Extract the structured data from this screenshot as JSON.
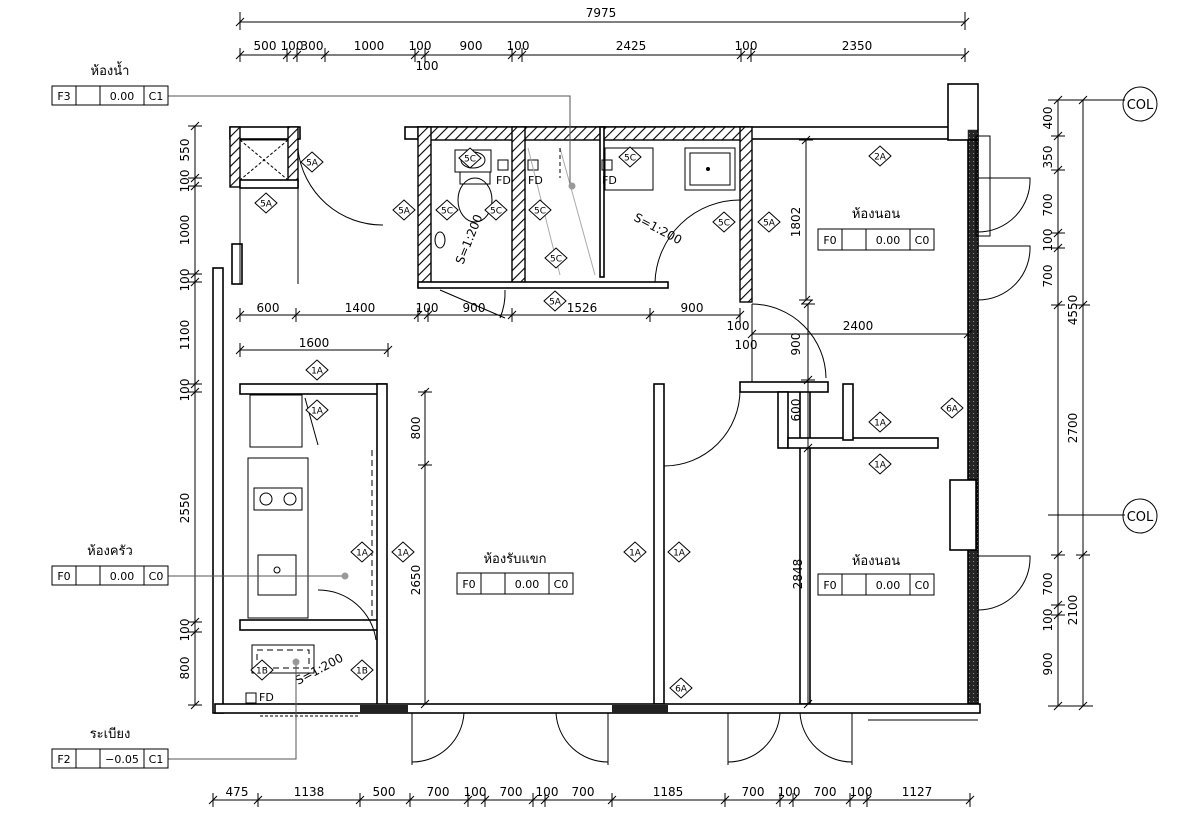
{
  "dimensions": {
    "overall_top": "7975",
    "top_row": [
      "500",
      "100",
      "300",
      "1000",
      "100",
      "900",
      "100",
      "2425",
      "100",
      "2350"
    ],
    "top_extra": "100",
    "bottom_row": [
      "475",
      "1138",
      "500",
      "700",
      "100",
      "700",
      "100",
      "700",
      "1185",
      "700",
      "100",
      "700",
      "100",
      "1127"
    ],
    "left_col": [
      "550",
      "100",
      "1000",
      "100",
      "1100",
      "100",
      "2550",
      "100",
      "800"
    ],
    "right_col": [
      "400",
      "350",
      "700",
      "100",
      "700",
      "700",
      "100",
      "900"
    ],
    "right_outer": [
      "4550",
      "2700",
      "2100"
    ],
    "inner": {
      "d1802": "1802",
      "d600a": "600",
      "d1400": "1400",
      "d100a": "100",
      "d900a": "900",
      "d1526": "1526",
      "d900b": "900",
      "d1600": "1600",
      "d100b": "100",
      "d100c": "100",
      "d2400": "2400",
      "d900c": "900",
      "d600b": "600",
      "d800": "800",
      "d2650": "2650",
      "d2848": "2848"
    }
  },
  "rooms": {
    "bedroom_top": "ห้องนอน",
    "bedroom_bottom": "ห้องนอน",
    "living": "ห้องรับแขก",
    "bathroom": "ห้องน้ำ",
    "kitchen": "ห้องครัว",
    "balcony": "ระเบียง"
  },
  "finish_tables": {
    "bathroom": [
      "F3",
      "",
      "0.00",
      "C1"
    ],
    "kitchen": [
      "F0",
      "",
      "0.00",
      "C0"
    ],
    "balcony": [
      "F2",
      "",
      "−0.05",
      "C1"
    ],
    "bedroom_top": [
      "F0",
      "",
      "0.00",
      "C0"
    ],
    "bedroom_bottom": [
      "F0",
      "",
      "0.00",
      "C0"
    ],
    "living": [
      "F0",
      "",
      "0.00",
      "C0"
    ]
  },
  "tags": {
    "t5a_1": "5A",
    "t5a_2": "5A",
    "t5a_3": "5A",
    "t5a_4": "5A",
    "t5a_5": "5A",
    "t5c_1": "5C",
    "t5c_2": "5C",
    "t5c_3": "5C",
    "t5c_4": "5C",
    "t5c_5": "5C",
    "t5c_6": "5C",
    "t5c_7": "5C",
    "t2a": "2A",
    "t1a_1": "1A",
    "t1a_2": "1A",
    "t1a_3": "1A",
    "t1a_4": "1A",
    "t1a_5": "1A",
    "t1a_6": "1A",
    "t1a_7": "1A",
    "t1a_8": "1A",
    "t6a_1": "6A",
    "t6a_2": "6A",
    "t1b_1": "1B",
    "t1b_2": "1B"
  },
  "labels": {
    "fd1": "FD",
    "fd2": "FD",
    "fd3": "FD",
    "fd4": "FD",
    "slope1": "S=1:200",
    "slope2": "S=1:200",
    "slope3": "S=1:200",
    "col1": "COL",
    "col2": "COL"
  }
}
